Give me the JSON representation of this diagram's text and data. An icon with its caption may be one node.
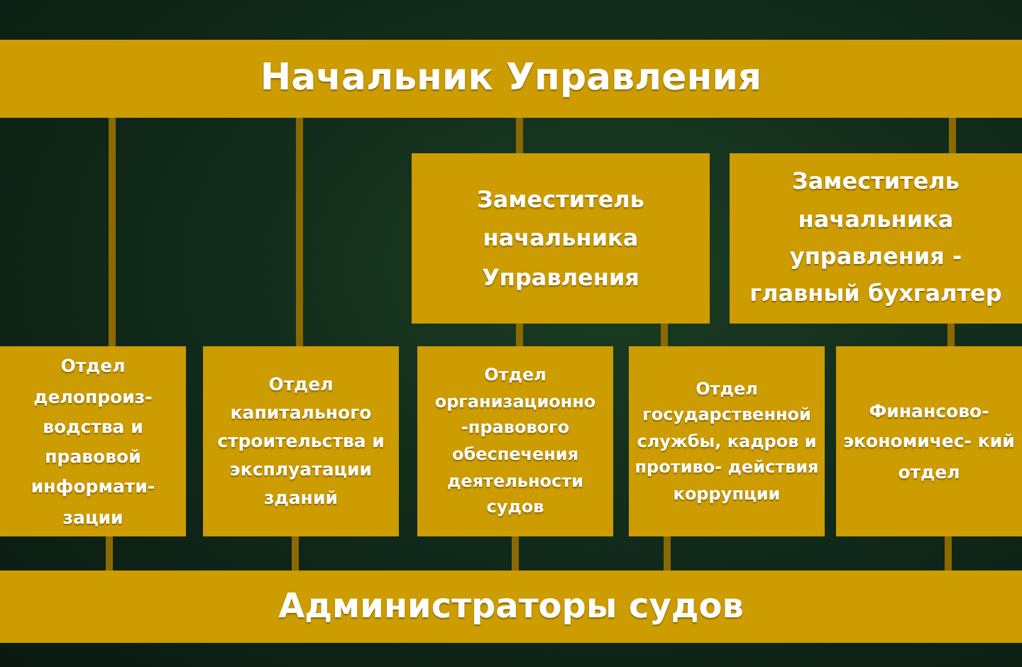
{
  "diagram": {
    "nodes": [
      {
        "text": [
          "Начальник Управления"
        ]
      },
      {
        "text": [
          "Заместитель начальника Управления"
        ]
      },
      {
        "text": [
          "Заместитель начальника управления - главный бухгалтер"
        ]
      },
      {
        "text": [
          "Отдел делопроиз- водства и правовой информати- зации"
        ]
      },
      {
        "text": [
          "Отдел капитального строительства и эксплуатации зданий"
        ]
      },
      {
        "text": [
          "Отдел организационно -правового обеспечения деятельности судов"
        ]
      },
      {
        "text": [
          "Отдел государственной службы, кадров и противо- действия коррупции"
        ]
      },
      {
        "text": [
          "Финансово- экономичес- кий отдел"
        ]
      },
      {
        "text": [
          "Администраторы судов"
        ]
      }
    ],
    "edges": [
      {
        "from": 0,
        "to": 3,
        "arrow": "none"
      },
      {
        "from": 0,
        "to": 4,
        "arrow": "none"
      },
      {
        "from": 0,
        "to": 1,
        "arrow": "none"
      },
      {
        "from": 0,
        "to": 2,
        "arrow": "none"
      },
      {
        "from": 1,
        "to": 5,
        "arrow": "none"
      },
      {
        "from": 1,
        "to": 6,
        "arrow": "none"
      },
      {
        "from": 2,
        "to": 7,
        "arrow": "none"
      },
      {
        "from": 3,
        "to": 8,
        "arrow": "none"
      },
      {
        "from": 4,
        "to": 8,
        "arrow": "none"
      },
      {
        "from": 5,
        "to": 8,
        "arrow": "none"
      },
      {
        "from": 6,
        "to": 8,
        "arrow": "none"
      },
      {
        "from": 7,
        "to": 8,
        "arrow": "none"
      }
    ]
  }
}
